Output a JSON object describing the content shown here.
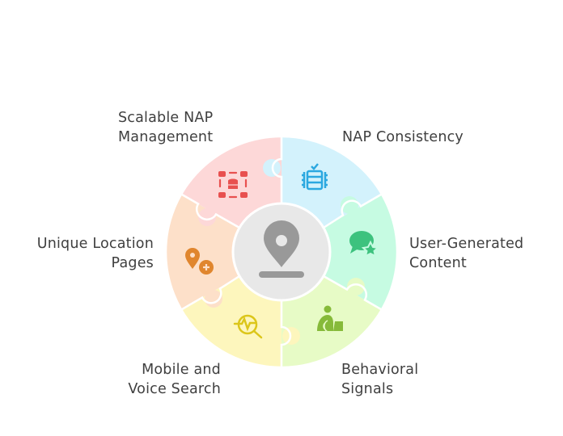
{
  "diagram": {
    "center": {
      "icon": "map-pin-icon",
      "fill": "#e8e8e8",
      "icon_color": "#999999"
    },
    "segments": [
      {
        "id": "nap-consistency",
        "lines": [
          "NAP Consistency"
        ],
        "icon": "database-list-check-icon",
        "fill": "#d3f2fc",
        "icon_color": "#2ba8e0"
      },
      {
        "id": "user-generated-content",
        "lines": [
          "User-Generated",
          "Content"
        ],
        "icon": "chat-star-icon",
        "fill": "#c6fbe2",
        "icon_color": "#3dc27e"
      },
      {
        "id": "behavioral-signals",
        "lines": [
          "Behavioral",
          "Signals"
        ],
        "icon": "person-signal-icon",
        "fill": "#e7fbc6",
        "icon_color": "#86ba3a"
      },
      {
        "id": "mobile-voice-search",
        "lines": [
          "Mobile and",
          "Voice Search"
        ],
        "icon": "pulse-search-icon",
        "fill": "#fdf6bd",
        "icon_color": "#dcc61a"
      },
      {
        "id": "unique-location-pages",
        "lines": [
          "Unique Location",
          "Pages"
        ],
        "icon": "pin-plus-icon",
        "fill": "#fde0c9",
        "icon_color": "#e0862e"
      },
      {
        "id": "scalable-nap-management",
        "lines": [
          "Scalable NAP",
          "Management"
        ],
        "icon": "database-network-icon",
        "fill": "#fdd8d8",
        "icon_color": "#e8504f"
      }
    ]
  }
}
